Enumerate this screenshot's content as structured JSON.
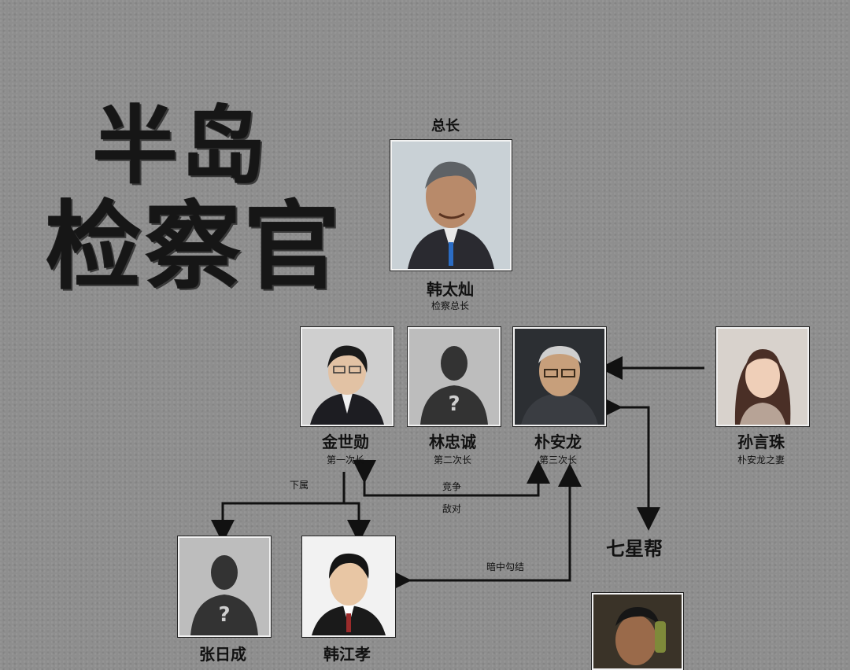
{
  "title": {
    "line1": "半岛",
    "line2": "检察官"
  },
  "top_label": "总长",
  "chief": {
    "name": "韩太灿",
    "role": "检察总长"
  },
  "row2": [
    {
      "name": "金世勋",
      "role": "第一次长"
    },
    {
      "name": "林忠诚",
      "role": "第二次长"
    },
    {
      "name": "朴安龙",
      "role": "第三次长"
    },
    {
      "name": "孙言珠",
      "role": "朴安龙之妻"
    }
  ],
  "row3": [
    {
      "name": "张日成"
    },
    {
      "name": "韩江孝"
    }
  ],
  "relations": {
    "subordinate": "下属",
    "compete": "竞争",
    "hostile": "敌对",
    "collusion": "暗中勾结"
  },
  "gang": "七星帮",
  "unknown_mark": "?"
}
